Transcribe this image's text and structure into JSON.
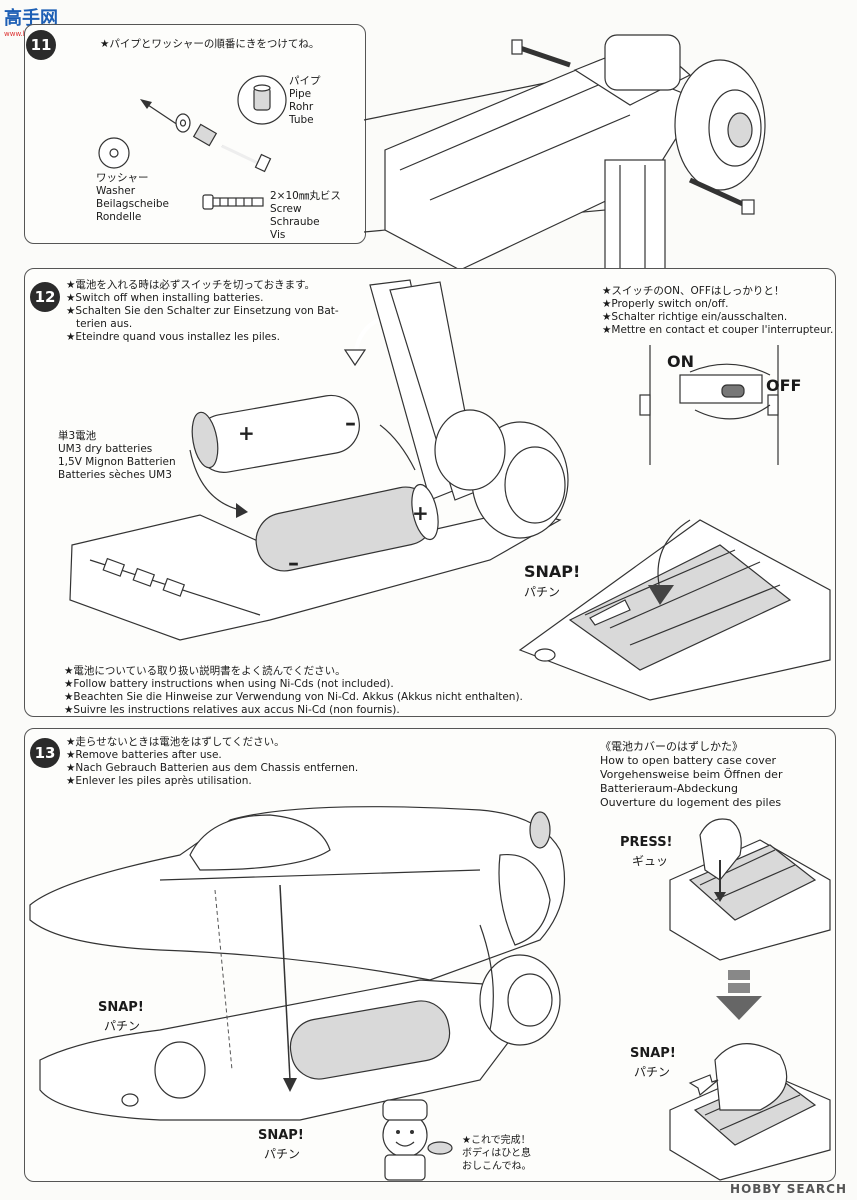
{
  "site_logo": {
    "text": "高手网",
    "sub": "www.hobby.com"
  },
  "watermark": "HOBBY SEARCH",
  "step11": {
    "number": "11",
    "note": "★パイプとワッシャーの順番にきをつけてね。",
    "pipe": [
      "パイプ",
      "Pipe",
      "Rohr",
      "Tube"
    ],
    "washer": [
      "ワッシャー",
      "Washer",
      "Beilagscheibe",
      "Rondelle"
    ],
    "screw": [
      "2×10㎜丸ビス",
      "Screw",
      "Schraube",
      "Vis"
    ]
  },
  "step12": {
    "number": "12",
    "notes": [
      "★電池を入れる時は必ずスイッチを切っておきます。",
      "★Switch off when installing batteries.",
      "★Schalten Sie den Schalter zur Einsetzung von Bat-",
      "terien aus.",
      "★Eteindre quand vous installez les piles."
    ],
    "switch_notes": [
      "★スイッチのON、OFFはしっかりと！",
      "★Properly switch on/off.",
      "★Schalter richtige ein/ausschalten.",
      "★Mettre en contact et couper l'interrupteur."
    ],
    "battery_label": [
      "単3電池",
      "UM3 dry batteries",
      "1,5V Mignon Batterien",
      "Batteries sèches UM3"
    ],
    "on_label": "ON",
    "off_label": "OFF",
    "snap": "SNAP!",
    "snap_jp": "パチン",
    "nicd_notes": [
      "★電池についている取り扱い説明書をよく読んでください。",
      "★Follow battery instructions when using Ni-Cds (not included).",
      "★Beachten Sie die Hinweise zur Verwendung von Ni-Cd. Akkus (Akkus nicht enthalten).",
      "★Suivre les instructions relatives aux accus Ni-Cd (non fournis)."
    ]
  },
  "step13": {
    "number": "13",
    "notes": [
      "★走らせないときは電池をはずしてください。",
      "★Remove batteries after use.",
      "★Nach Gebrauch Batterien aus dem Chassis entfernen.",
      "★Enlever les piles après utilisation."
    ],
    "cover_heading": [
      "《電池カバーのはずしかた》",
      "How to open battery case cover",
      "Vorgehensweise beim Öffnen der",
      "Batterieraum-Abdeckung",
      "Ouverture du logement des piles"
    ],
    "press": "PRESS!",
    "press_jp": "ギュッ",
    "snap": "SNAP!",
    "snap_jp": "パチン",
    "done": [
      "★これで完成！",
      "ボディはひと息",
      "おしこんでね。"
    ]
  }
}
